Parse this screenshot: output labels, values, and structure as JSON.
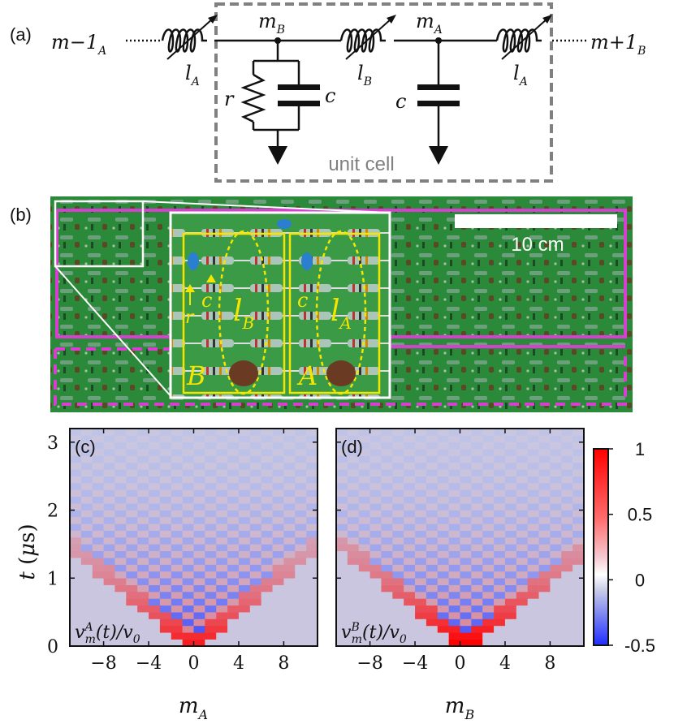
{
  "panel_a": {
    "label": "(a)",
    "left_node": "m−1",
    "left_node_sub": "A",
    "right_node": "m+1",
    "right_node_sub": "B",
    "node_b": "m",
    "node_b_sub": "B",
    "node_a": "m",
    "node_a_sub": "A",
    "inductor_left": "l",
    "inductor_left_sub": "A",
    "inductor_mid": "l",
    "inductor_mid_sub": "B",
    "inductor_right": "l",
    "inductor_right_sub": "A",
    "resistor": "r",
    "capacitor_b": "c",
    "capacitor_a": "c",
    "unit_cell": "unit cell"
  },
  "panel_b": {
    "label": "(b)",
    "scale_bar": "10 cm",
    "inset_r": "r",
    "inset_c1": "c",
    "inset_c2": "c",
    "inset_lb": "l",
    "inset_lb_sub": "B",
    "inset_la": "l",
    "inset_la_sub": "A",
    "inset_B": "B",
    "inset_A": "A"
  },
  "colors": {
    "board_green": "#2e8b3a",
    "magenta_path": "#d63fd0",
    "annotation_yellow": "#f5e600",
    "unit_cell_gray": "#808080",
    "colormap_pos": "#ff0000",
    "colormap_neg": "#1f2cff",
    "colormap_zero": "#c8cce6"
  },
  "chart_data": [
    {
      "type": "heatmap",
      "panel": "(c)",
      "annotation": "v_m^A(t)/v_0",
      "xlabel": "m_A",
      "ylabel": "t (μs)",
      "x_ticks": [
        "−8",
        "−4",
        "0",
        "4",
        "8"
      ],
      "y_ticks": [
        "0",
        "1",
        "2",
        "3"
      ],
      "x_range": [
        -11,
        11
      ],
      "y_range": [
        0,
        3.2
      ],
      "description_of_pattern": "light-cone wavefront from site 0 with front speed ≈ 7.5 sites/μs, oscillating red/blue checker inside the cone"
    },
    {
      "type": "heatmap",
      "panel": "(d)",
      "annotation": "v_m^B(t)/v_0",
      "xlabel": "m_B",
      "x_ticks": [
        "−8",
        "−4",
        "0",
        "4",
        "8"
      ],
      "x_range": [
        -11,
        11
      ],
      "y_range": [
        0,
        3.2
      ]
    }
  ],
  "colorbar": {
    "ticks": [
      "1",
      "0.5",
      "0",
      "-0.5"
    ],
    "range": [
      -0.5,
      1
    ]
  }
}
